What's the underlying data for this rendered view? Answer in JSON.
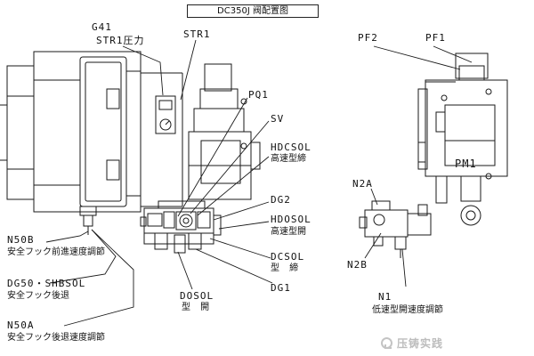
{
  "title": "DC350J 阀配置图",
  "labels": {
    "g41": "G41",
    "str1_pressure": "STR1圧力",
    "str1": "STR1",
    "pq1": "PQ1",
    "sv": "SV",
    "hdcsol": "HDCSOL",
    "hdcsol_desc": "高速型締",
    "dg2": "DG2",
    "hdosol": "HDOSOL",
    "hdosol_desc": "高速型開",
    "dcsol": "DCSOL",
    "dcsol_desc": "型 締",
    "dg1": "DG1",
    "dosol": "DOSOL",
    "dosol_desc": "型 開",
    "n50b": "N50B",
    "n50b_desc": "安全フック前進速度調節",
    "dg50": "DG50・SHBSOL",
    "dg50_desc": "安全フック後退",
    "n50a": "N50A",
    "n50a_desc": "安全フック後退速度調節",
    "pf2": "PF2",
    "pf1": "PF1",
    "pm1": "PM1",
    "n2a": "N2A",
    "n2b": "N2B",
    "n1": "N1",
    "n1_desc": "低速型開速度調節"
  },
  "watermark": "压铸实践",
  "icons": {
    "watermark": "wechat-logo-icon"
  }
}
